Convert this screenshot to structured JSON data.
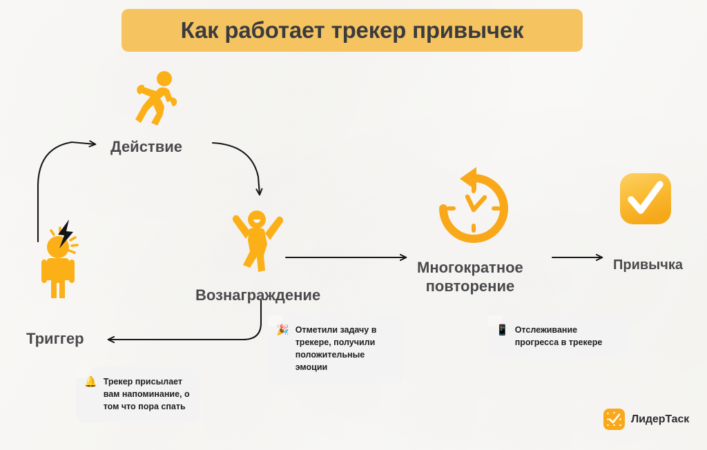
{
  "header": {
    "title": "Как работает трекер привычек"
  },
  "colors": {
    "title_chip": "#f5c461",
    "accent_orange": "#f9a81a",
    "icon_orange": "#fbb018",
    "background": "#f8f7f5",
    "text_dark": "#4a4a4d",
    "callout_bg": "#f3f3f3",
    "arrow": "#1c1c1e"
  },
  "diagram": {
    "type": "habit-loop-cycle",
    "nodes": [
      {
        "id": "trigger",
        "label": "Триггер",
        "icon": "person-lightning-icon"
      },
      {
        "id": "action",
        "label": "Действие",
        "icon": "running-person-icon"
      },
      {
        "id": "reward",
        "label": "Вознаграждение",
        "icon": "celebrating-person-icon"
      },
      {
        "id": "repeat",
        "label": "Многократное\nповторение",
        "icon": "clock-repeat-icon"
      },
      {
        "id": "habit",
        "label": "Привычка",
        "icon": "checkmark-badge-icon"
      }
    ],
    "edges": [
      {
        "from": "trigger",
        "to": "action",
        "style": "curved-up-right"
      },
      {
        "from": "action",
        "to": "reward",
        "style": "curved-down-right"
      },
      {
        "from": "reward",
        "to": "trigger",
        "style": "curved-left-return"
      },
      {
        "from": "reward",
        "to": "repeat",
        "style": "straight-right"
      },
      {
        "from": "repeat",
        "to": "habit",
        "style": "straight-right"
      }
    ],
    "callouts": [
      {
        "id": "callout-trigger",
        "emoji": "🔔",
        "emoji_name": "bell-icon",
        "text": "Трекер присылает вам напоминание, о том что пора спать"
      },
      {
        "id": "callout-reward",
        "emoji": "🎉",
        "emoji_name": "party-popper-icon",
        "text": "Отметили задачу в трекере, получили положительные эмоции"
      },
      {
        "id": "callout-repeat",
        "emoji": "📱",
        "emoji_name": "mobile-phone-icon",
        "text": "Отслеживание прогресса в трекере"
      }
    ]
  },
  "brand": {
    "name": "ЛидерТаск",
    "icon": "leadertask-logo-icon"
  }
}
